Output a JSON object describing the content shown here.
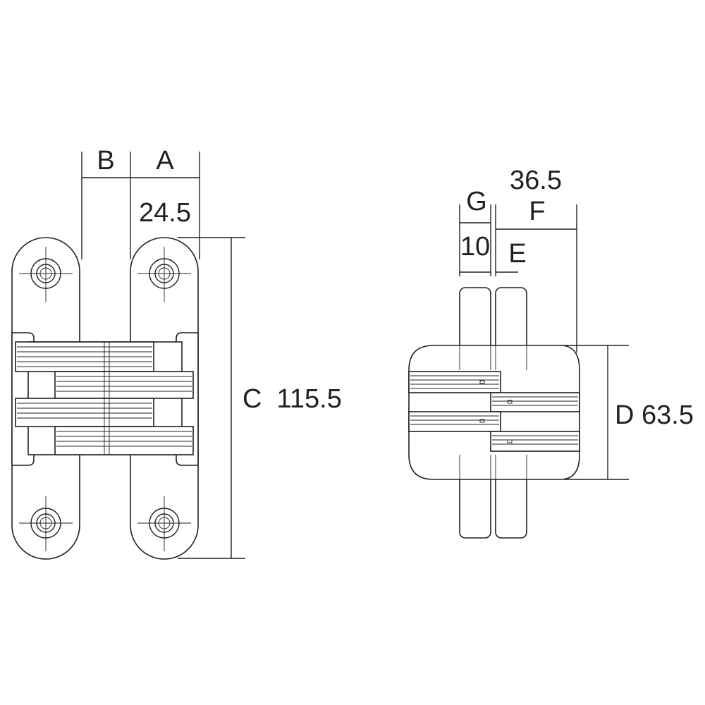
{
  "labels": {
    "b": "B",
    "a": "A",
    "a_value": "24.5",
    "c": "C  115.5",
    "g": "G",
    "f_total": "36.5",
    "f": "F",
    "g_value": "10",
    "e": "E",
    "d": "D 63.5"
  },
  "colors": {
    "line": "#231f20",
    "background": "#ffffff"
  }
}
